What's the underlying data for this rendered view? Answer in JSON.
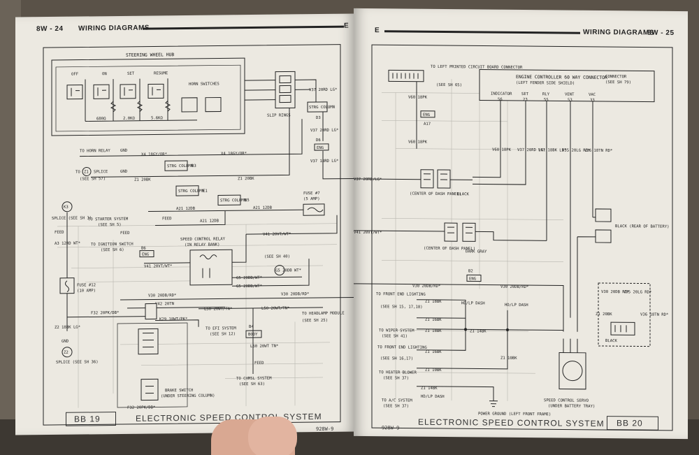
{
  "left_page": {
    "header_left": "8W - 24",
    "header_title": "WIRING DIAGRAMS",
    "header_letter": "E",
    "footer_box": "BB 19",
    "footer_title": "ELECTRONIC SPEED CONTROL SYSTEM",
    "footer_code": "928W-9"
  },
  "right_page": {
    "header_letter": "E",
    "header_title": "WIRING DIAGRAMS",
    "header_right": "8W - 25",
    "footer_code": "928W-9",
    "footer_title": "ELECTRONIC SPEED CONTROL SYSTEM",
    "footer_box": "BB 20"
  },
  "diagram_left": {
    "hub_title": "STEERING WHEEL HUB",
    "switches": [
      "OFF",
      "ON",
      "SET",
      "RESUME"
    ],
    "resistors": [
      "680Ω",
      "2.0KΩ",
      "5.6KΩ"
    ],
    "horn_switches": "HORN SWITCHES",
    "slip_rings": "SLIP RINGS",
    "strg_column": "STRG COLUMN",
    "to_horn_relay": "TO HORN RELAY",
    "gnd": "GND",
    "x4_a": "X4 18GY/OR*",
    "x4_b": "X4 18GY/OR*",
    "to_z1": "TO",
    "z1_badge": "Z1",
    "splice": "SPLICE",
    "see_sh57": "(SEE SH 57)",
    "z1_20bk_a": "Z1 20BK",
    "z1_20bk_b": "Z1 20BK",
    "b3": "B3",
    "e1": "E1",
    "b5": "B5",
    "d3": "D3",
    "d6": "D6",
    "eng": "ENG",
    "v37_a": "V37 20RD LG*",
    "v37_b": "V37 20RD LG*",
    "v37_c": "V37 18RD LG*",
    "to_k3": "K3",
    "splice_sh3": "SPLICE (SEE SH 3)",
    "feed": "FEED",
    "a3_12rd": "A3 12RD WT*",
    "a21_a": "A21 12DB",
    "a21_b": "A21 12DB",
    "a21_c": "A21 12DB",
    "to_starter": "TO STARTER SYSTEM",
    "see_sh5": "(SEE SH 5)",
    "to_ignition": "TO IGNITION SWITCH",
    "see_sh6": "(SEE SH 6)",
    "fuse7": "FUSE #7",
    "fuse7_amp": "(5 AMP)",
    "v41_a": "V41 20VT/WT*",
    "v41_b": "V41 20VT/WT*",
    "b6": "B6",
    "sc_relay": "SPEED CONTROL RELAY",
    "in_relay_bank": "(IN RELAY BANK)",
    "see_sh40": "(SEE SH 40)",
    "g5_a": "G5 20DB/WT*",
    "g5_b": "G5 20DB/WT*",
    "g5_c": "G5 20DB WT*",
    "fuse12": "FUSE #12",
    "fuse12_amp": "(10 AMP)",
    "v30_a": "V30 20DB/RD*",
    "v30_b": "V30 20DB/RD*",
    "v42": "V42 20TN",
    "f32_a": "F32 20PK/DB*",
    "k29": "K29 18WT/PK*",
    "l50_a": "L50 20WT/TN*",
    "l50_b": "L50 20WT/TN*",
    "l50_c": "L50 20WT TN*",
    "to_efi": "TO EFI SYSTEM",
    "see_sh12": "(SEE SH 12)",
    "to_headlamp": "TO HEADLAMP MODULE",
    "see_sh25": "(SEE SH 25)",
    "b4": "B4",
    "body": "BODY",
    "to_chmsl": "TO CHMSL SYSTEM",
    "see_sh63": "(SEE SH 63)",
    "z2_18bk": "Z2 18BK LG*",
    "z2_badge": "Z2",
    "splice_sh36": "SPLICE (SEE SH 36)",
    "brake_switch": "BRAKE SWITCH",
    "under_column": "(UNDER STEERING COLUMN)",
    "f32_b": "F32 20PK/DB*"
  },
  "diagram_right": {
    "to_left_pcb": "TO LEFT PRINTED CIRCUIT BOARD CONNECTOR",
    "see_sh65": "(SEE SH 65)",
    "v60_a": "V60 18PK",
    "v60_b": "V60 18PK",
    "a17": "A17",
    "eng": "ENG",
    "controller": "ENGINE CONTROLLER 60 WAY CONNECTOR",
    "left_fender": "(LEFT FENDER SIDE SHIELD)",
    "connector": "CONNECTOR",
    "see_sh79": "(SEE SH 79)",
    "pins": [
      {
        "name": "INDICATOR",
        "num": "56"
      },
      {
        "name": "SET",
        "num": "23"
      },
      {
        "name": "RLY",
        "num": "55"
      },
      {
        "name": "VENT",
        "num": "53"
      },
      {
        "name": "VAC",
        "num": "33"
      }
    ],
    "v60_c": "V60 18PK",
    "v37": "V37 20RD LG*",
    "v41": "V41 18BK LB*",
    "v35": "V35 20LG RD*",
    "v36": "V36 18TN RD*",
    "v37_mid": "V37 20RD/LG*",
    "center_dash": "(CENTER OF DASH PANEL)",
    "black": "BLACK",
    "black_rear": "BLACK (REAR OF BATTERY)",
    "v41_mid": "V41 20VT/WT*",
    "dark_gray": "DARK GRAY",
    "b2": "B2",
    "v30_mid_a": "V30 20DB/RD*",
    "v30_mid_b": "V30 20DB/RD*",
    "to_front_lighting": "TO FRONT END LIGHTING",
    "see_sh15": "(SEE SH 15, 17,18)",
    "z1_18bk": "Z1 18BK",
    "z1_16bk": "Z1 16BK",
    "hd_lp_dash": "HD/LP DASH",
    "to_wiper": "TO WIPER SYSTEM",
    "see_sh41": "(SEE SH 41)",
    "z1_14bk": "Z1 14BK",
    "z1_18bk_b": "Z1 18BK",
    "see_sh16": "(SEE SH 16,17)",
    "z1_16bk_b": "Z1 16BK",
    "to_heater": "TO HEATER BLOWER",
    "see_sh37": "(SEE SH 37)",
    "z1_10bk": "Z1 10BK",
    "z1_10bk_b": "Z1 10BK",
    "to_ac": "TO A/C SYSTEM",
    "see_sh37b": "(SEE SH 37)",
    "power_ground": "POWER GROUND (LEFT FRONT FRAME)",
    "v30_20db": "V30 20DB RD*",
    "v35_20lg": "V35 20LG RD*",
    "z1_20bk": "Z1 20BK",
    "v36_18tn": "V36 18TN RD*",
    "black_conn": "BLACK",
    "servo": "SPEED CONTROL SERVO",
    "under_tray": "(UNDER BATTERY TRAY)"
  }
}
